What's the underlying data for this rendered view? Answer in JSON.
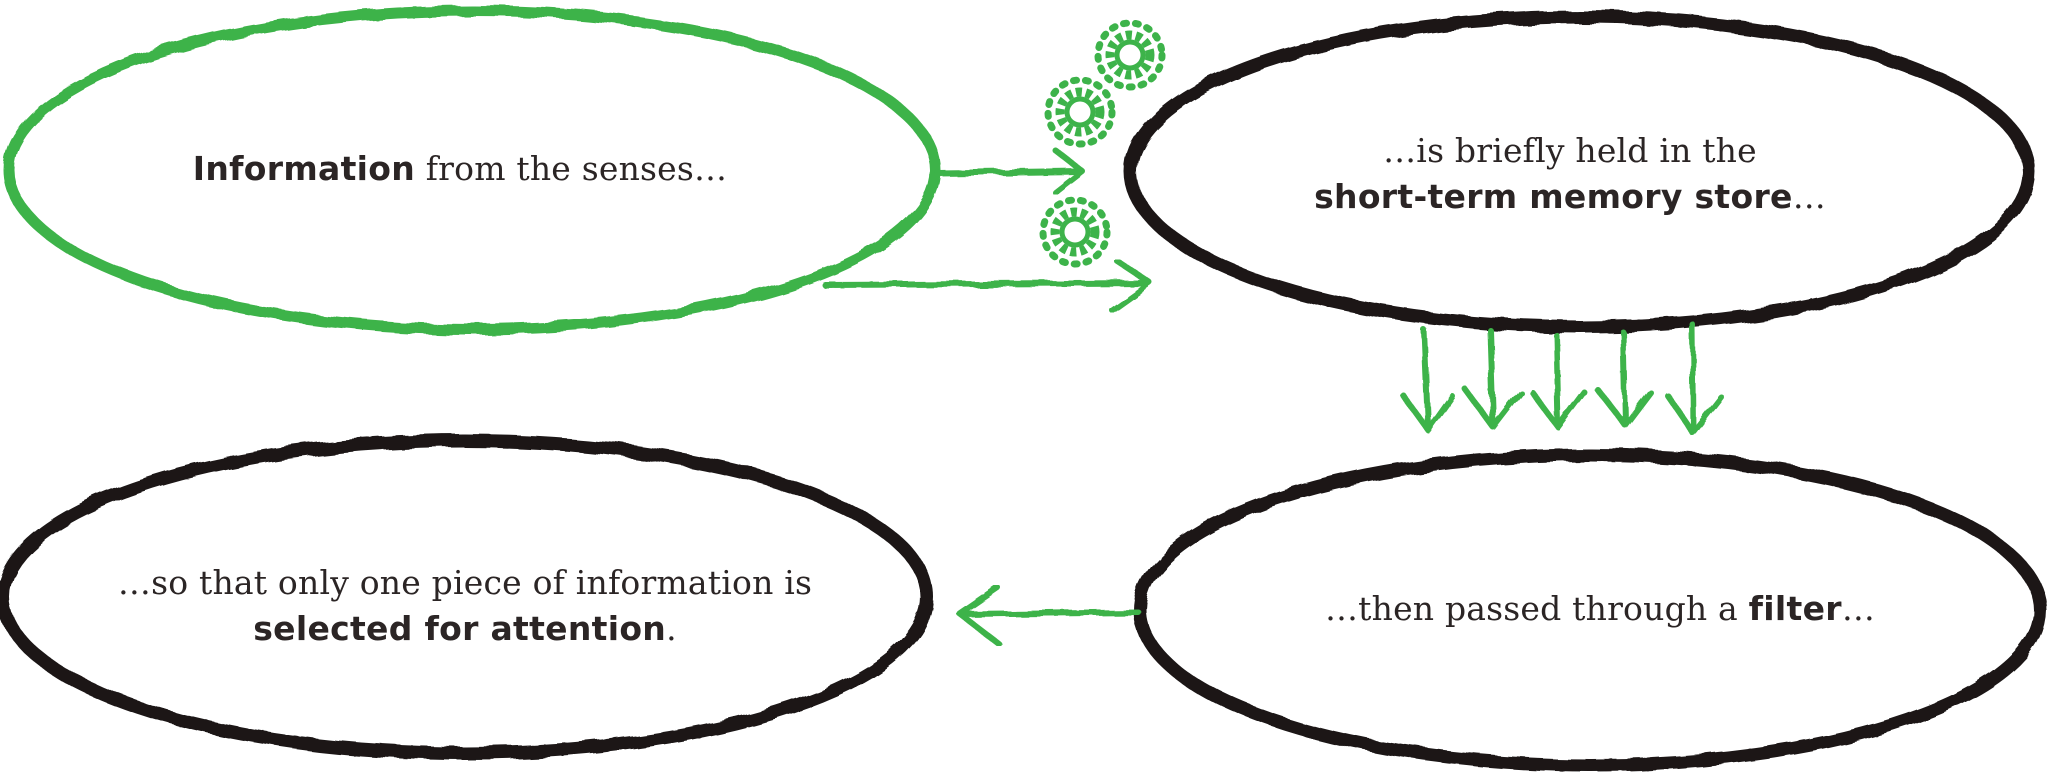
{
  "colors": {
    "green": "#3db34a",
    "outline": "#1a1616",
    "text": "#2b2525"
  },
  "nodes": {
    "senses": {
      "bold": "Information",
      "after": " from the senses…"
    },
    "short_term": {
      "line1": "…is briefly held in the",
      "bold": "short-term memory store",
      "after": "…"
    },
    "filter": {
      "before": "…then passed through a ",
      "bold": "filter",
      "after": "…"
    },
    "attention": {
      "line1": "…so that only one piece of information is",
      "bold": "selected for attention",
      "after": "."
    }
  },
  "icons": [
    "gear-icon",
    "gear-icon",
    "gear-icon"
  ]
}
